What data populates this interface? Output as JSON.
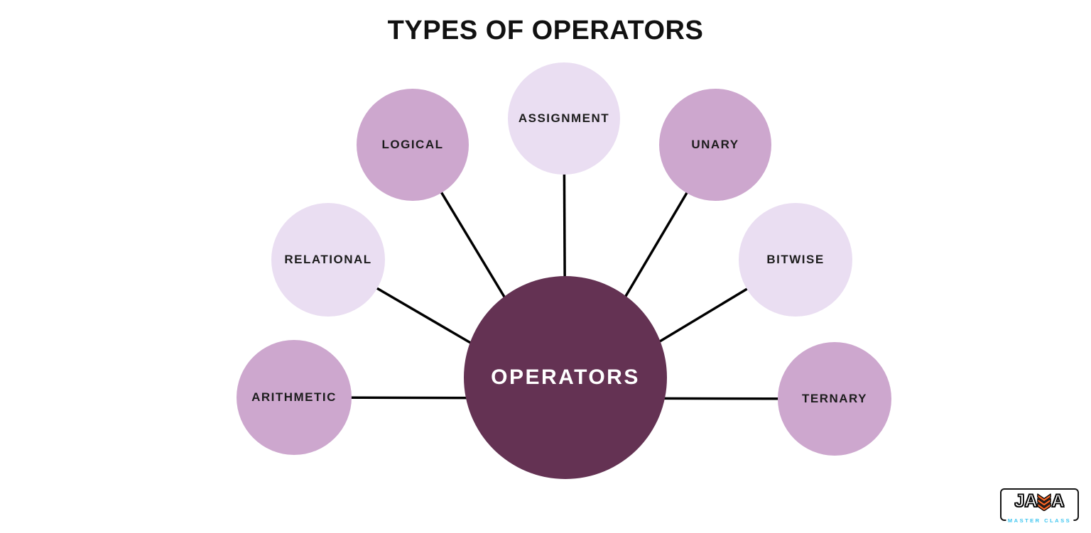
{
  "title": "TYPES OF OPERATORS",
  "center": {
    "label": "OPERATORS"
  },
  "nodes": [
    {
      "label": "ARITHMETIC",
      "tone": "medium"
    },
    {
      "label": "RELATIONAL",
      "tone": "light"
    },
    {
      "label": "LOGICAL",
      "tone": "medium"
    },
    {
      "label": "ASSIGNMENT",
      "tone": "light"
    },
    {
      "label": "UNARY",
      "tone": "medium"
    },
    {
      "label": "BITWISE",
      "tone": "light"
    },
    {
      "label": "TERNARY",
      "tone": "medium"
    }
  ],
  "logo": {
    "word_start": "JA",
    "word_end": "A",
    "chevron_icon": "triple-down-chevron",
    "subtitle": "MASTER CLASS"
  },
  "colors": {
    "center_circle": "#643253",
    "node_medium": "#cda7ce",
    "node_light": "#eadef2",
    "connector": "#000000",
    "title_text": "#111111",
    "node_text": "#1c1c1c",
    "center_text": "#ffffff",
    "logo_orange": "#f2662a",
    "logo_blue": "#3ec6f0"
  }
}
